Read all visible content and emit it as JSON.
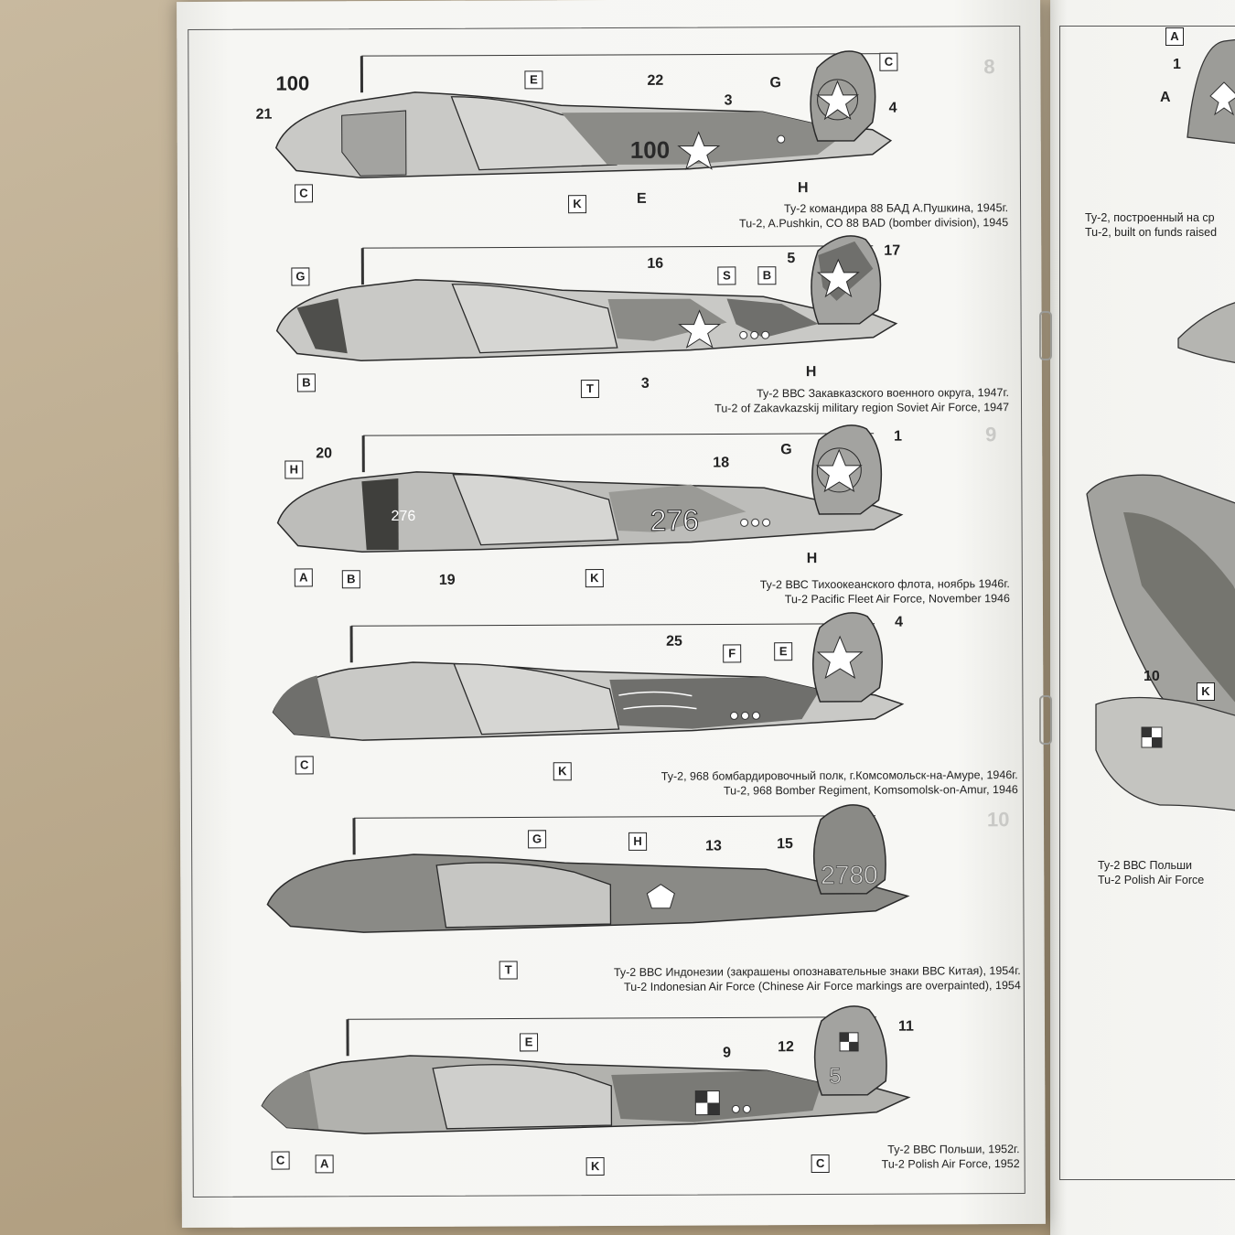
{
  "left_page": {
    "profiles": [
      {
        "caption_ru": "Ту-2 командира 88 БАД А.Пушкина, 1945г.",
        "caption_en": "Tu-2, A.Pushkin, CO 88 BAD (bomber division), 1945",
        "tail_code": "100",
        "keys": [
          "E",
          "C",
          "C",
          "K",
          "E",
          "H"
        ],
        "numbers": [
          "100",
          "21",
          "22",
          "3",
          "G",
          "4"
        ]
      },
      {
        "caption_ru": "Ту-2 ВВС Закавказского военного округа, 1947г.",
        "caption_en": "Tu-2 of Zakavkazskij military region Soviet Air Force, 1947",
        "keys": [
          "G",
          "B",
          "T",
          "S",
          "B",
          "H"
        ],
        "numbers": [
          "16",
          "5",
          "17",
          "3"
        ]
      },
      {
        "caption_ru": "Ту-2 ВВС Тихоокеанского флота, ноябрь 1946г.",
        "caption_en": "Tu-2 Pacific Fleet Air Force, November 1946",
        "fuselage_code": "276",
        "keys": [
          "H",
          "A",
          "B",
          "K",
          "H"
        ],
        "numbers": [
          "20",
          "19",
          "18",
          "G",
          "1"
        ]
      },
      {
        "caption_ru": "Ту-2, 968 бомбардировочный полк, г.Комсомольск-на-Амуре, 1946г.",
        "caption_en": "Tu-2, 968 Bomber Regiment, Komsomolsk-on-Amur, 1946",
        "keys": [
          "C",
          "K",
          "F",
          "E"
        ],
        "numbers": [
          "25",
          "4"
        ]
      },
      {
        "caption_ru": "Ту-2 ВВС Индонезии (закрашены опознавательные знаки ВВС Китая), 1954г.",
        "caption_en": "Tu-2 Indonesian Air Force (Chinese Air Force markings are overpainted), 1954",
        "tail_code": "2780",
        "keys": [
          "G",
          "H",
          "T"
        ],
        "numbers": [
          "13",
          "15"
        ]
      },
      {
        "caption_ru": "Ту-2 ВВС Польши, 1952г.",
        "caption_en": "Tu-2 Polish Air Force, 1952",
        "tail_code": "5",
        "keys": [
          "E",
          "C",
          "A",
          "K",
          "C"
        ],
        "numbers": [
          "9",
          "12",
          "11"
        ]
      }
    ]
  },
  "right_page": {
    "caption_top_ru": "Ту-2, построенный на ср",
    "caption_top_en": "Tu-2, built on funds raised",
    "caption_bottom_ru": "Ту-2 ВВС Польши",
    "caption_bottom_en": "Tu-2 Polish Air Force",
    "keys": [
      "A",
      "A",
      "K"
    ],
    "numbers": [
      "1",
      "10"
    ]
  },
  "colors": {
    "camo_light": "#c9c9c6",
    "camo_mid": "#a3a3a0",
    "camo_dark": "#6f6f6c",
    "line": "#2a2a2a"
  }
}
